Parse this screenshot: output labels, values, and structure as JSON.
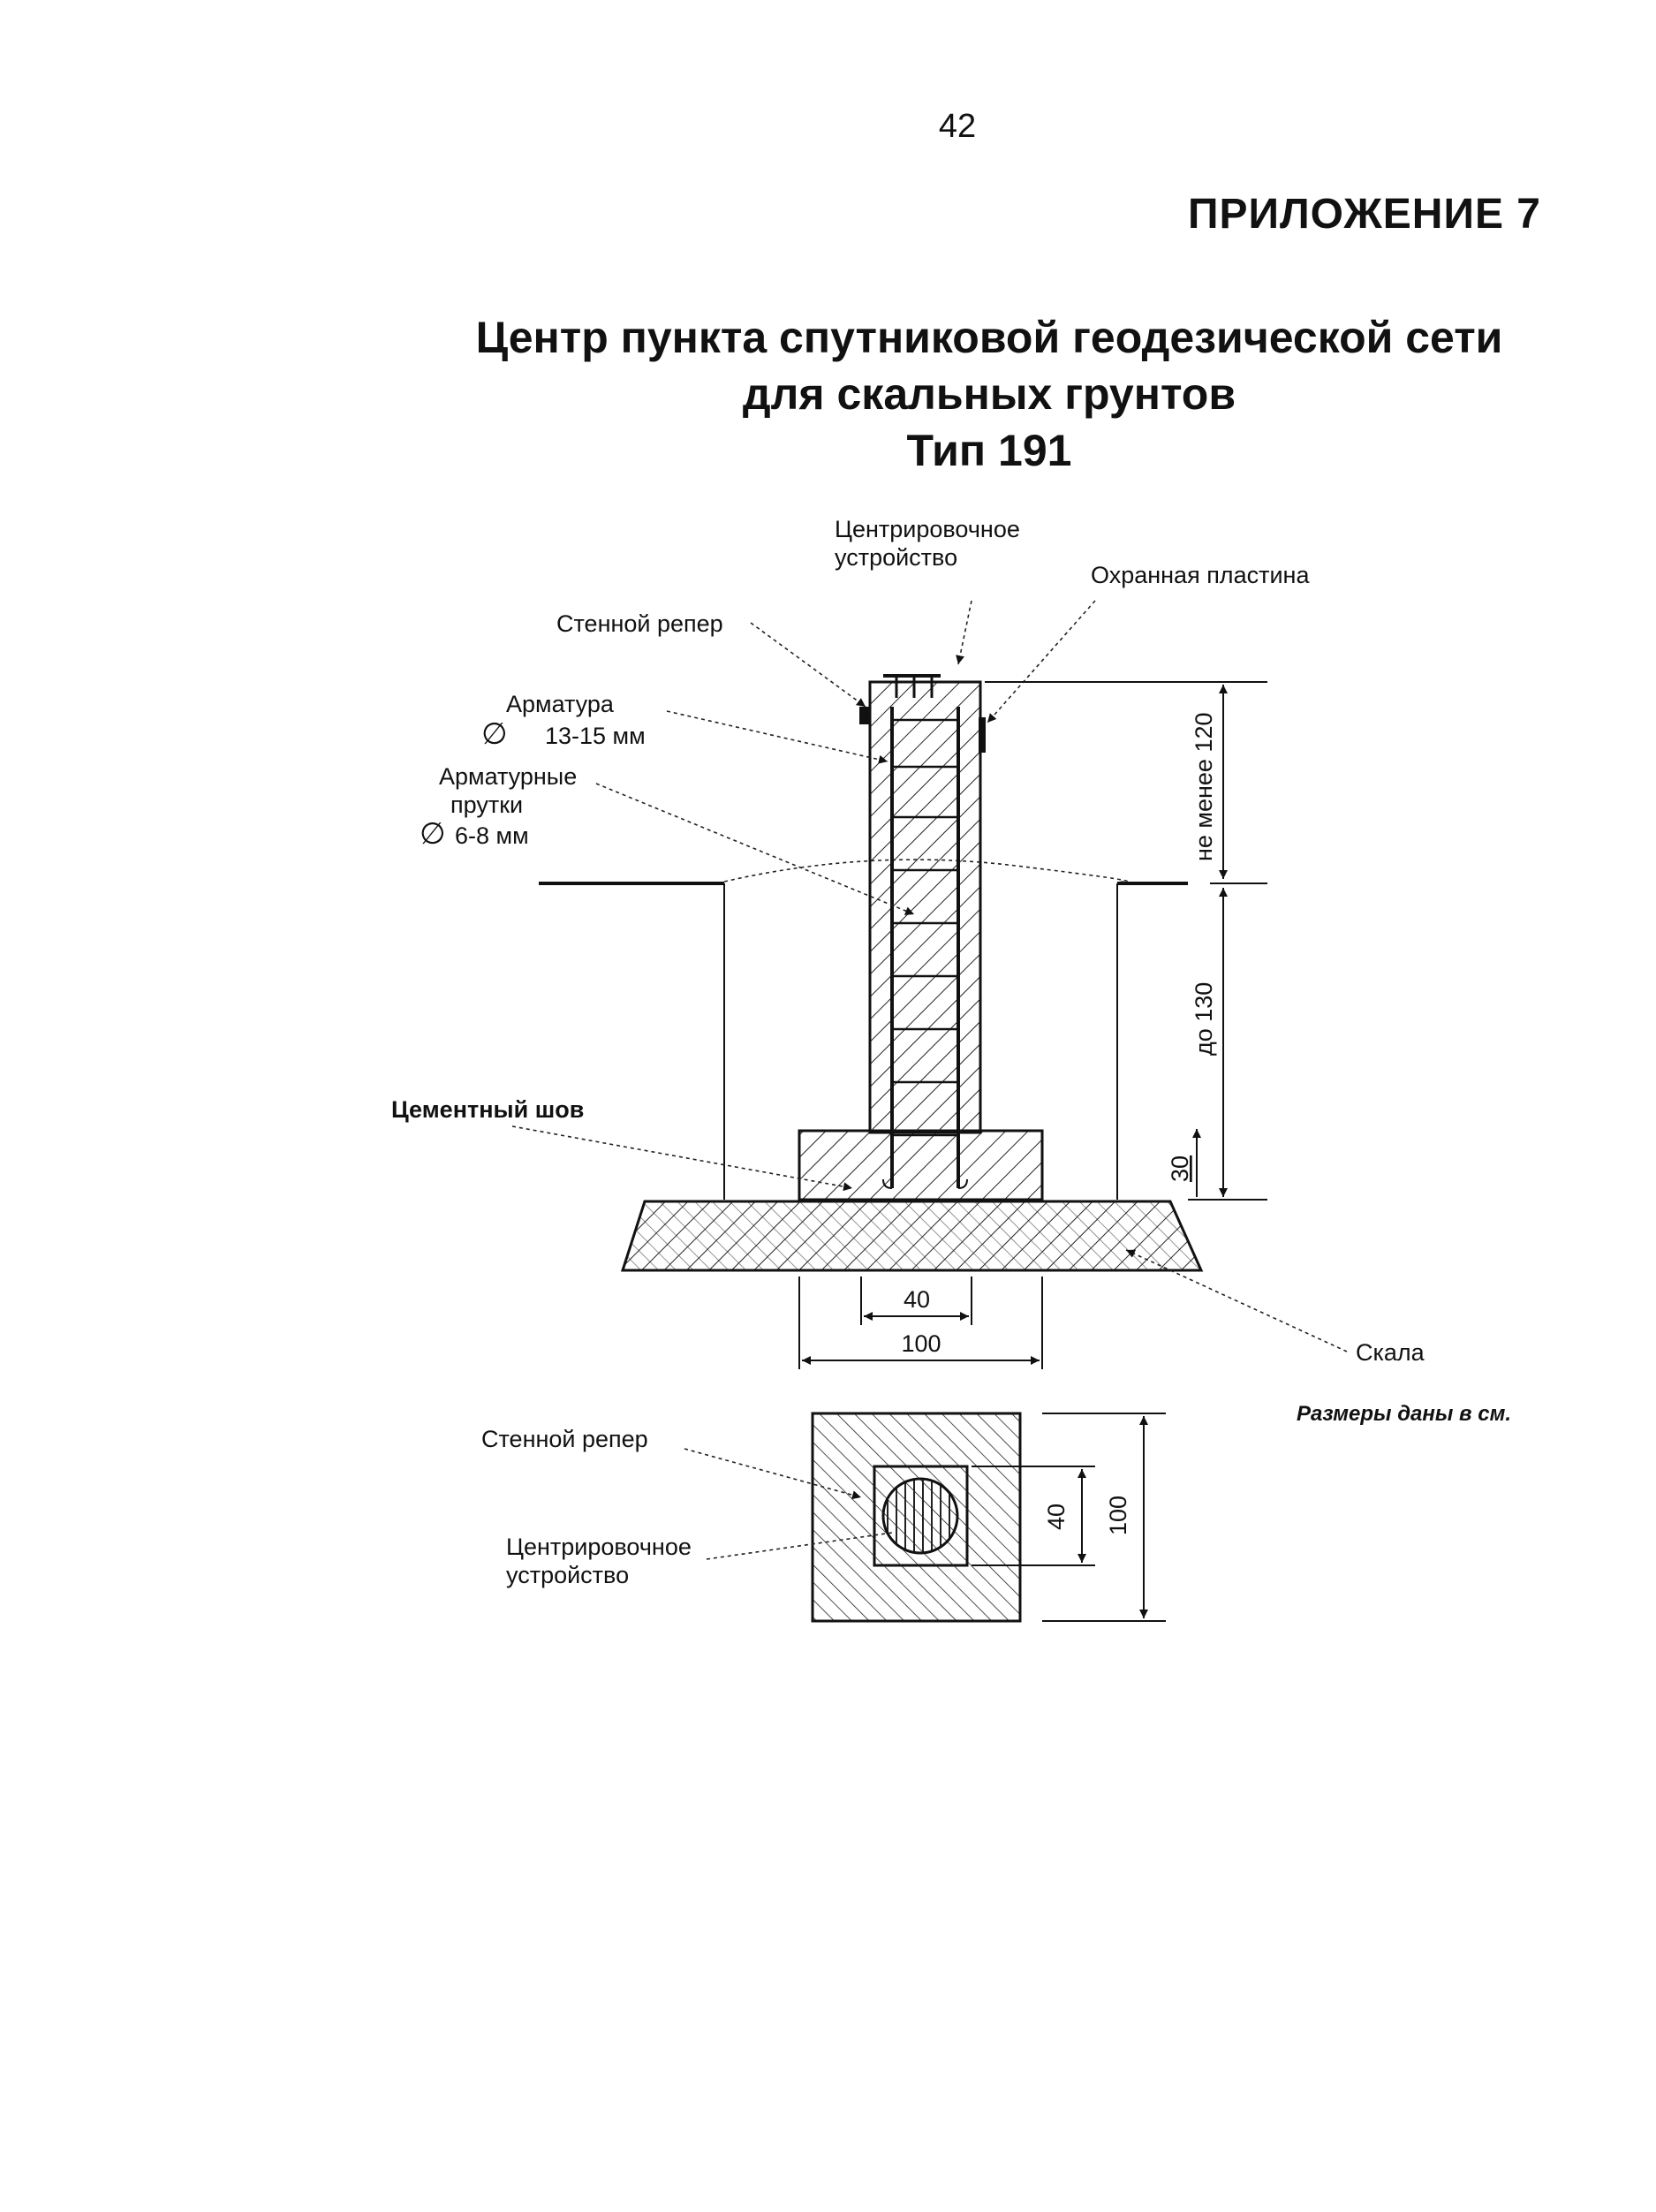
{
  "page": {
    "number": "42",
    "appendix": "ПРИЛОЖЕНИЕ 7"
  },
  "title": {
    "line1": "Центр пункта спутниковой геодезической сети",
    "line2": "для скальных грунтов",
    "line3": "Тип 191"
  },
  "section_labels": {
    "centering_device_line1": "Центрировочное",
    "centering_device_line2": "устройство",
    "protective_plate": "Охранная пластина",
    "wall_benchmark": "Стенной репер",
    "rebar_line1": "Арматура",
    "rebar_size": "13-15 мм",
    "rebar_rods_line1": "Арматурные",
    "rebar_rods_line2": "прутки",
    "rebar_rods_size": "6-8 мм",
    "cement_seam": "Цементный шов",
    "rock": "Скала"
  },
  "section_dimensions": {
    "above_ground": "не менее 120",
    "below_ground": "до 130",
    "base_height": "30",
    "pillar_width": "40",
    "base_width": "100"
  },
  "units_note": "Размеры даны в см.",
  "plan_labels": {
    "wall_benchmark": "Стенной репер",
    "centering_device_line1": "Центрировочное",
    "centering_device_line2": "устройство"
  },
  "plan_dimensions": {
    "inner": "40",
    "outer": "100"
  },
  "symbols": {
    "diameter": "∅"
  }
}
